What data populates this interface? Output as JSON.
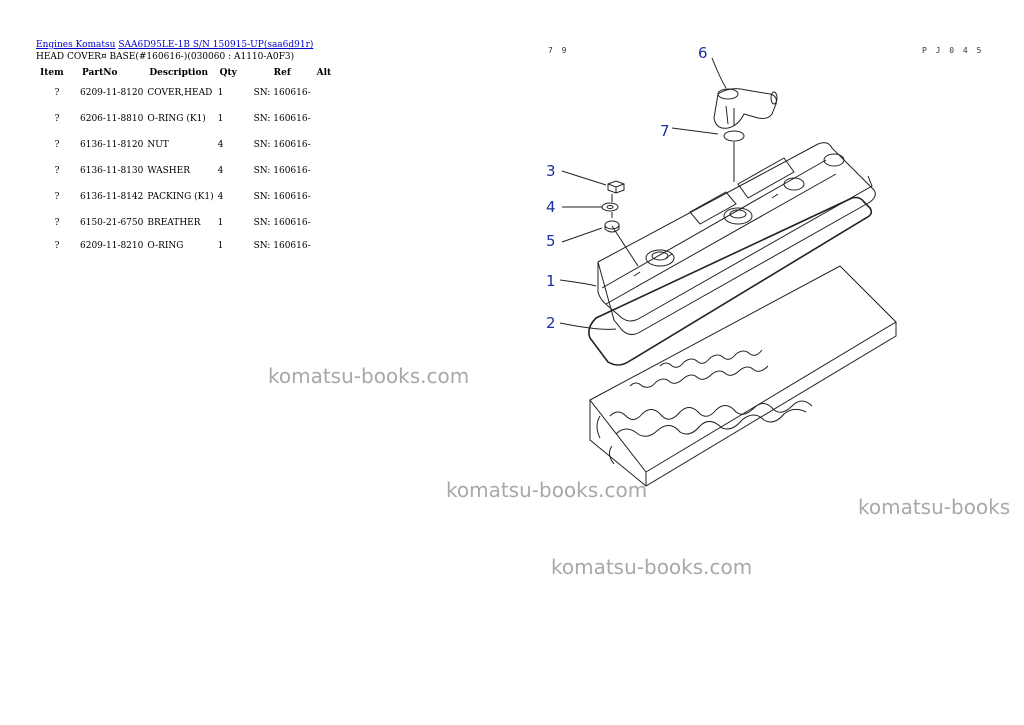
{
  "breadcrumb": {
    "link1": "Engines Komatsu",
    "link2": "SAA6D95LE-1B S/N 150915-UP(saa6d91r)"
  },
  "subtitle": "HEAD COVER¤ BASE(#160616-)(030060 : A1110-A0F3)",
  "table": {
    "headers": [
      "Item",
      "PartNo",
      "Description",
      "Qty",
      "Ref",
      "Alt"
    ],
    "rows": [
      {
        "item": "?",
        "part": "6209-11-8120",
        "desc": "COVER,HEAD",
        "qty": "1",
        "ref": "SN: 160616-"
      },
      {
        "item": "?",
        "part": "6206-11-8810",
        "desc": "O-RING (K1)",
        "qty": "1",
        "ref": "SN: 160616-"
      },
      {
        "item": "?",
        "part": "6136-11-8120",
        "desc": "NUT",
        "qty": "4",
        "ref": "SN: 160616-"
      },
      {
        "item": "?",
        "part": "6136-11-8130",
        "desc": "WASHER",
        "qty": "4",
        "ref": "SN: 160616-"
      },
      {
        "item": "?",
        "part": "6136-11-8142",
        "desc": "PACKING (K1)",
        "qty": "4",
        "ref": "SN: 160616-"
      },
      {
        "item": "?",
        "part": "6150-21-6750",
        "desc": "BREATHER",
        "qty": "1",
        "ref": "SN: 160616-"
      },
      {
        "item": "?",
        "part": "6209-11-8210",
        "desc": "O-RING",
        "qty": "1",
        "ref": "SN: 160616-"
      }
    ]
  },
  "diagram": {
    "page_code_left": "7 9",
    "page_code_right": "P J 0 4 5",
    "callouts": [
      "1",
      "2",
      "3",
      "4",
      "5",
      "6",
      "7"
    ]
  },
  "watermarks": [
    "komatsu-books.com",
    "komatsu-books.com",
    "komatsu-books",
    "komatsu-books.com"
  ]
}
